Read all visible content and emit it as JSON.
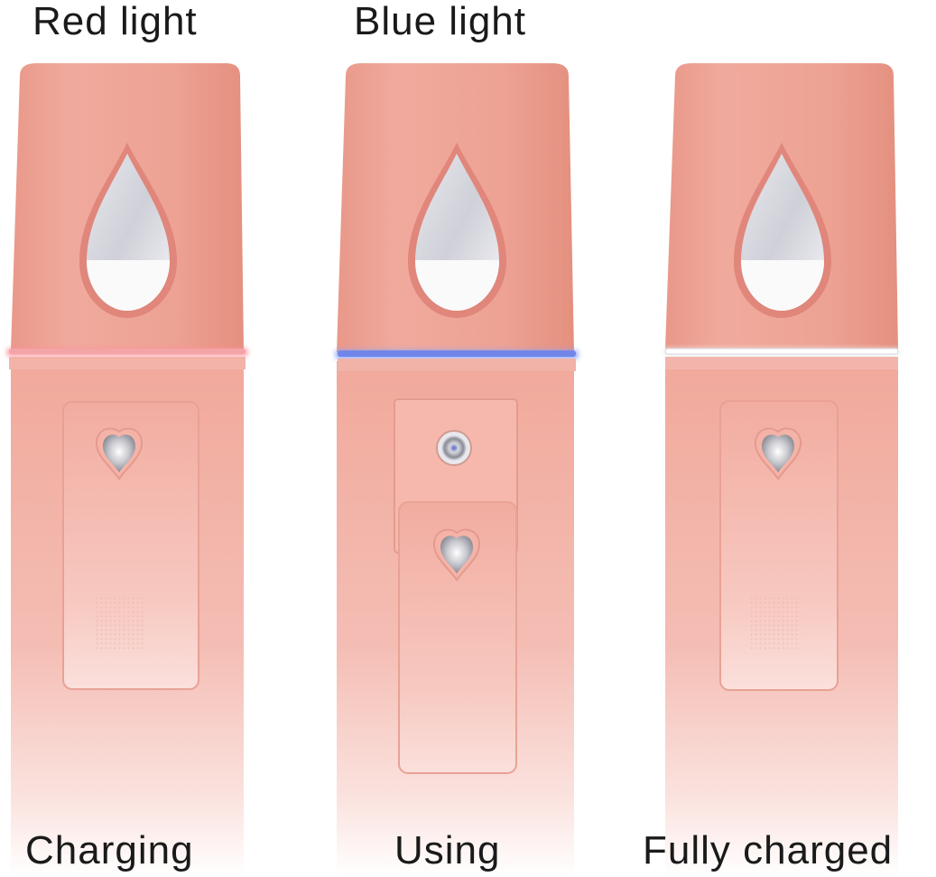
{
  "labels": {
    "top": [
      "Red light",
      "Blue light"
    ],
    "bottom": [
      "Charging",
      "Using",
      "Fully charged"
    ]
  },
  "devices": [
    {
      "state": "charging",
      "ring_color": "#f0a0a4",
      "ring_glow": "#ff8f99",
      "slider_open": false
    },
    {
      "state": "using",
      "ring_color": "#6f86e8",
      "ring_glow": "#8aa0ff",
      "slider_open": true
    },
    {
      "state": "fully-charged",
      "ring_color": "#ffffff",
      "ring_glow": "#f4f4f4",
      "slider_open": false
    }
  ],
  "colors": {
    "body_top": "#eea595",
    "body_mid": "#f2b2a8",
    "body_fade": "#ffffff",
    "drop_window": "#f7f7fa",
    "drop_shadow": "#c9c9d2"
  }
}
